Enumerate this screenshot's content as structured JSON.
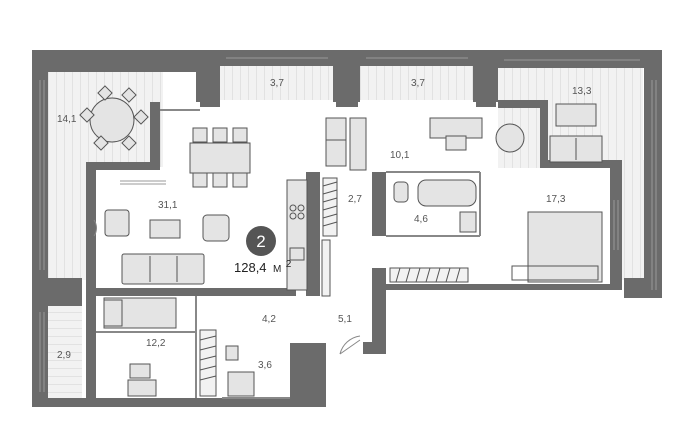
{
  "apartment": {
    "rooms_badge": "2",
    "total_area": "128,4",
    "area_unit": "М",
    "area_unit_sup": "2"
  },
  "rooms": {
    "terrace_left": "14,1",
    "balcony_mid_left": "3,7",
    "balcony_mid_right": "3,7",
    "terrace_right": "13,3",
    "kitchen_living": "31,1",
    "wardrobe": "2,7",
    "hall_room": "10,1",
    "bathroom": "4,6",
    "bedroom": "17,3",
    "corridor": "4,2",
    "entrance": "5,1",
    "room_lower_left": "12,2",
    "balcony_lower_left": "2,9",
    "bathroom_small": "3,6"
  },
  "colors": {
    "wall": "#6b6b6b",
    "floor_outdoor": "#eeeeee",
    "furniture": "#e4e4e4",
    "badge": "#555555"
  }
}
